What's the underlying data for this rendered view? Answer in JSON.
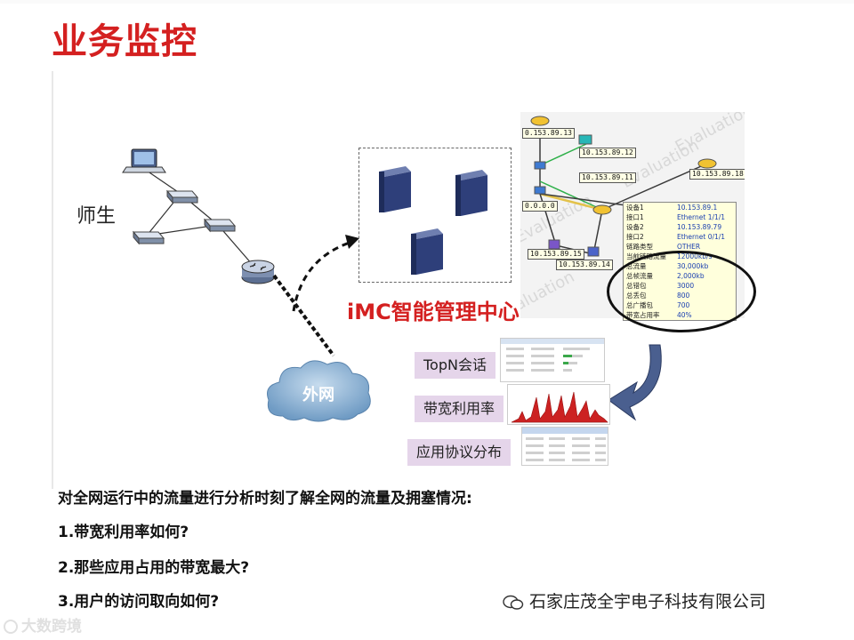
{
  "slide": {
    "title": "业务监控",
    "actor_label": "师生",
    "imc_label": "iMC智能管理中心",
    "cloud_label": "外网"
  },
  "topology": {
    "watermark": "Evaluation",
    "nodes": [
      "0.153.89.13",
      "10.153.89.12",
      "10.153.89.11",
      "10.153.89.18",
      "0.0.0.0",
      "10.153.89.15",
      "10.153.89.14"
    ]
  },
  "info_table": {
    "rows": [
      {
        "key": "设备1",
        "value": "10.153.89.1"
      },
      {
        "key": "接口1",
        "value": "Ethernet 1/1/1"
      },
      {
        "key": "设备2",
        "value": "10.153.89.79"
      },
      {
        "key": "接口2",
        "value": "Ethernet 0/1/1"
      },
      {
        "key": "链路类型",
        "value": "OTHER"
      },
      {
        "key": "当前链路流量",
        "value": "12000kb/s"
      },
      {
        "key": "总流量",
        "value": "30,000kb"
      },
      {
        "key": "总帧流量",
        "value": "2,000kb"
      },
      {
        "key": "总错包",
        "value": "3000"
      },
      {
        "key": "总丢包",
        "value": "800"
      },
      {
        "key": "总广播包",
        "value": "700"
      },
      {
        "key": "带宽占用率",
        "value": "40%"
      }
    ]
  },
  "reports": {
    "topn": "TopN会话",
    "bandwidth": "带宽利用率",
    "protocol": "应用协议分布"
  },
  "bullets": {
    "intro": "对全网运行中的流量进行分析时刻了解全网的流量及拥塞情况:",
    "q1": "1.带宽利用率如何?",
    "q2": "2.那些应用占用的带宽最大?",
    "q3": "3.用户的访问取向如何?"
  },
  "footer": {
    "watermark": "大数跨境",
    "company": "石家庄茂全宇电子科技有限公司"
  },
  "colors": {
    "title_red": "#d42020",
    "tag_bg": "#e5d5ea",
    "chart_red": "#cc2222",
    "cloud": "#8fb6d6"
  }
}
